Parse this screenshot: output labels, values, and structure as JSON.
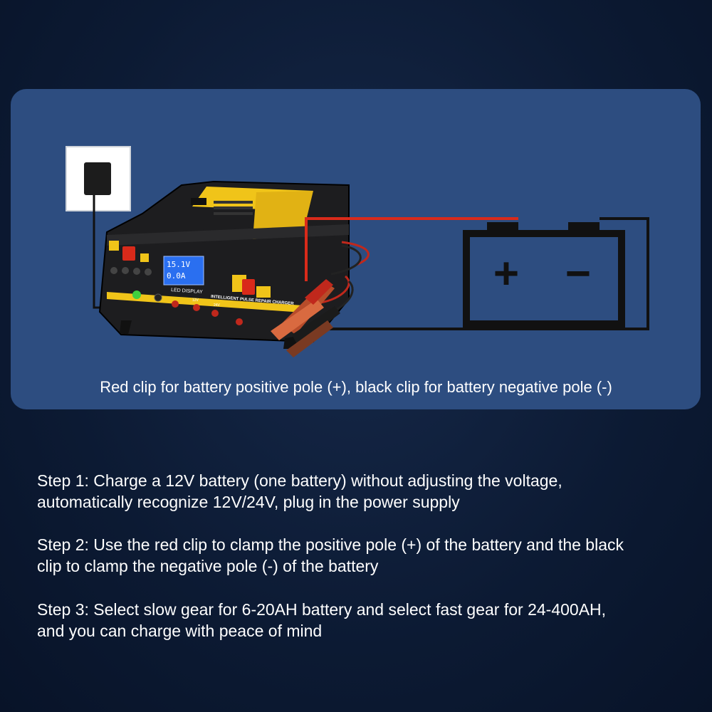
{
  "caption": "Red clip for battery positive pole (+), black clip for battery negative pole (-)",
  "battery": {
    "plus": "+",
    "minus": "−"
  },
  "charger": {
    "lcd_voltage": "15.1V",
    "lcd_current": "0.0A",
    "lcd_label": "LED DISPLAY",
    "model_label": "INTELLIGENT PULSE REPAIR CHARGER",
    "label_12v": "12V",
    "label_24v": "24V"
  },
  "steps": {
    "step1_line1": "Step 1: Charge a 12V battery (one battery) without adjusting the voltage,",
    "step1_line2": "automatically recognize 12V/24V, plug in the power supply",
    "step2_line1": "Step 2: Use the red clip to clamp the positive pole (+) of the battery and the black",
    "step2_line2": "clip to clamp the negative pole (-) of the battery",
    "step3_line1": "Step 3: Select slow gear for 6-20AH battery and select fast gear for 24-400AH,",
    "step3_line2": "and you can charge with peace of mind"
  },
  "colors": {
    "background": "#0c1a33",
    "panel": "#2d4d80",
    "red_wire": "#d92a1a",
    "charger_yellow": "#f0c419",
    "lcd_blue": "#2a6ff0"
  }
}
